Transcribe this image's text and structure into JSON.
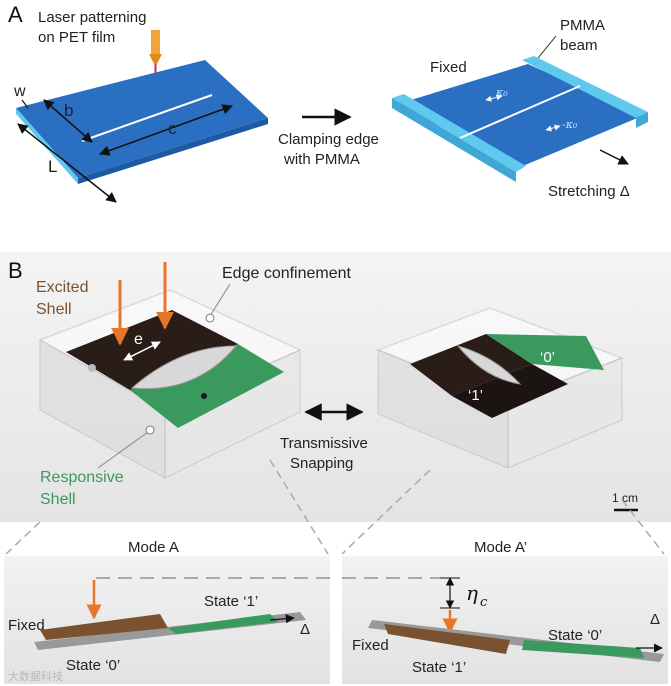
{
  "panel_a": {
    "letter": "A",
    "laser_line1": "Laser patterning",
    "laser_line2": "on PET film",
    "dim_w": "w",
    "dim_b": "b",
    "dim_c": "c",
    "dim_L": "L",
    "clamp_line1": "Clamping edge",
    "clamp_line2": "with PMMA",
    "pmma_line1": "PMMA",
    "pmma_line2": "beam",
    "fixed": "Fixed",
    "kappa1": "κ₀",
    "kappa2": "-κ₀",
    "stretching": "Stretching Δ"
  },
  "panel_b": {
    "letter": "B",
    "excited_line1": "Excited",
    "excited_line2": "Shell",
    "edge_confinement": "Edge confinement",
    "e_label": "e",
    "state0_photo": "‘0’",
    "state1_photo": "‘1’",
    "transmissive_line1": "Transmissive",
    "transmissive_line2": "Snapping",
    "responsive_line1": "Responsive",
    "responsive_line2": "Shell",
    "scale_bar": "1 cm"
  },
  "mode_a": {
    "title": "Mode A",
    "fixed": "Fixed",
    "state1": "State ‘1’",
    "state0": "State ‘0’",
    "delta": "Δ"
  },
  "mode_a_prime": {
    "title": "Mode A’",
    "eta": "η",
    "eta_sub": "c",
    "state0": "State ‘0’",
    "fixed": "Fixed",
    "state1": "State ‘1’",
    "delta": "Δ"
  },
  "watermark": "大数据科技",
  "colors": {
    "sheet_blue": "#2a6fc2",
    "pmma_cyan": "#5ec8ee",
    "laser_orange": "#e8762a",
    "brown": "#7a5230",
    "green": "#3a9a5e"
  }
}
